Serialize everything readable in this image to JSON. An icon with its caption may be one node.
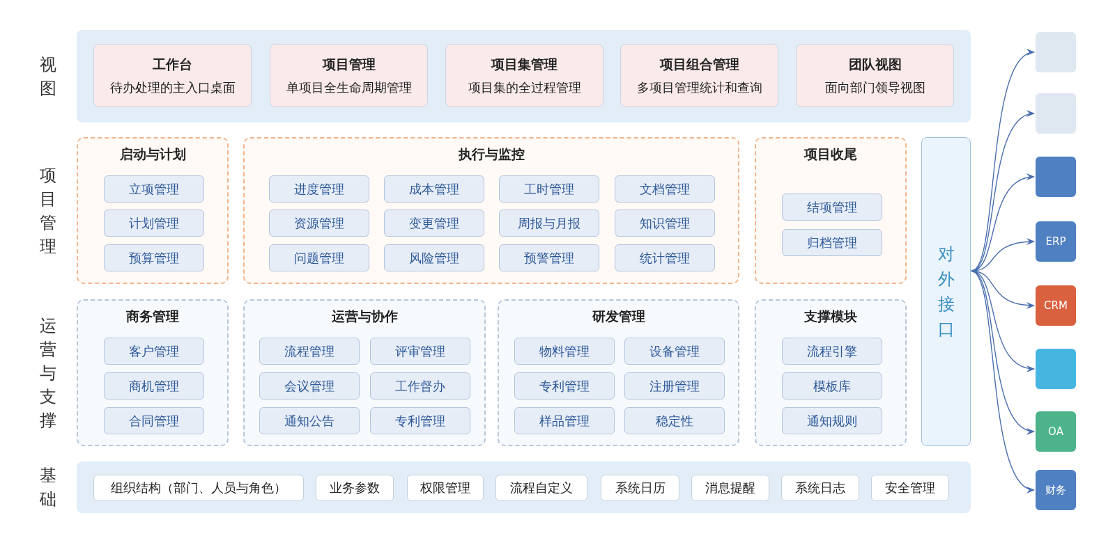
{
  "diagram": {
    "nodes": [
      {
        "text": [],
        "shape": "band"
      },
      {
        "text": [
          "工作台",
          "待办处理的主入口桌面"
        ],
        "in": 0
      },
      {
        "text": [
          "项目管理",
          "单项目全生命周期管理"
        ],
        "in": 0
      },
      {
        "text": [
          "项目集管理",
          "项目集的全过程管理"
        ],
        "in": 0
      },
      {
        "text": [
          "项目组合管理",
          "多项目管理统计和查询"
        ],
        "in": 0
      },
      {
        "text": [
          "团队视图",
          "面向部门领导视图"
        ],
        "in": 0
      },
      {
        "text": [
          "启动与计划"
        ]
      },
      {
        "text": [
          "立项管理"
        ],
        "in": 6
      },
      {
        "text": [
          "计划管理"
        ],
        "in": 6
      },
      {
        "text": [
          "预算管理"
        ],
        "in": 6
      },
      {
        "text": [
          "执行与监控"
        ]
      },
      {
        "text": [
          "进度管理"
        ],
        "in": 10
      },
      {
        "text": [
          "成本管理"
        ],
        "in": 10
      },
      {
        "text": [
          "工时管理"
        ],
        "in": 10
      },
      {
        "text": [
          "文档管理"
        ],
        "in": 10
      },
      {
        "text": [
          "资源管理"
        ],
        "in": 10
      },
      {
        "text": [
          "变更管理"
        ],
        "in": 10
      },
      {
        "text": [
          "周报与月报"
        ],
        "in": 10
      },
      {
        "text": [
          "知识管理"
        ],
        "in": 10
      },
      {
        "text": [
          "问题管理"
        ],
        "in": 10
      },
      {
        "text": [
          "风险管理"
        ],
        "in": 10
      },
      {
        "text": [
          "预警管理"
        ],
        "in": 10
      },
      {
        "text": [
          "统计管理"
        ],
        "in": 10
      },
      {
        "text": [
          "项目收尾"
        ]
      },
      {
        "text": [
          "结项管理"
        ],
        "in": 23
      },
      {
        "text": [
          "归档管理"
        ],
        "in": 23
      },
      {
        "text": [
          "对外接口"
        ]
      },
      {
        "text": [
          "商务管理"
        ]
      },
      {
        "text": [
          "客户管理"
        ],
        "in": 27
      },
      {
        "text": [
          "商机管理"
        ],
        "in": 27
      },
      {
        "text": [
          "合同管理"
        ],
        "in": 27
      },
      {
        "text": [
          "运营与协作"
        ]
      },
      {
        "text": [
          "流程管理"
        ],
        "in": 31
      },
      {
        "text": [
          "评审管理"
        ],
        "in": 31
      },
      {
        "text": [
          "会议管理"
        ],
        "in": 31
      },
      {
        "text": [
          "工作督办"
        ],
        "in": 31
      },
      {
        "text": [
          "通知公告"
        ],
        "in": 31
      },
      {
        "text": [
          "专利管理"
        ],
        "in": 31
      },
      {
        "text": [
          "研发管理"
        ]
      },
      {
        "text": [
          "物料管理"
        ],
        "in": 38
      },
      {
        "text": [
          "设备管理"
        ],
        "in": 38
      },
      {
        "text": [
          "专利管理"
        ],
        "in": 38
      },
      {
        "text": [
          "注册管理"
        ],
        "in": 38
      },
      {
        "text": [
          "样品管理"
        ],
        "in": 38
      },
      {
        "text": [
          "稳定性"
        ],
        "in": 38
      },
      {
        "text": [
          "支撑模块"
        ]
      },
      {
        "text": [
          "流程引擎"
        ],
        "in": 45
      },
      {
        "text": [
          "模板库"
        ],
        "in": 45
      },
      {
        "text": [
          "通知规则"
        ],
        "in": 45
      },
      {
        "text": [],
        "shape": "band"
      },
      {
        "text": [
          "组织结构（部门、人员与角色）"
        ],
        "in": 49
      },
      {
        "text": [
          "业务参数"
        ],
        "in": 49
      },
      {
        "text": [
          "权限管理"
        ],
        "in": 49
      },
      {
        "text": [
          "流程自定义"
        ],
        "in": 49
      },
      {
        "text": [
          "系统日历"
        ],
        "in": 49
      },
      {
        "text": [
          "消息提醒"
        ],
        "in": 49
      },
      {
        "text": [
          "系统日志"
        ],
        "in": 49
      },
      {
        "text": [
          "安全管理"
        ],
        "in": 49
      },
      {
        "text": [],
        "shape": "box"
      },
      {
        "text": [],
        "shape": "box"
      },
      {
        "text": [],
        "shape": "box"
      },
      {
        "text": [
          "ERP"
        ]
      },
      {
        "text": [
          "CRM"
        ]
      },
      {
        "text": [],
        "shape": "box"
      },
      {
        "text": [
          "OA"
        ]
      },
      {
        "text": [
          "财务"
        ]
      }
    ],
    "edges": [
      {
        "from": 26,
        "to": 58,
        "arrow": "both"
      },
      {
        "from": 26,
        "to": 59,
        "arrow": "both"
      },
      {
        "from": 26,
        "to": 60,
        "arrow": "both"
      },
      {
        "from": 26,
        "to": 61,
        "arrow": "both"
      },
      {
        "from": 26,
        "to": 62,
        "arrow": "both"
      },
      {
        "from": 26,
        "to": 63,
        "arrow": "both"
      },
      {
        "from": 26,
        "to": 64,
        "arrow": "both"
      },
      {
        "from": 26,
        "to": 65,
        "arrow": "both"
      }
    ],
    "labels": [
      "视图",
      "项目管理",
      "运营与支撑",
      "基础"
    ]
  }
}
